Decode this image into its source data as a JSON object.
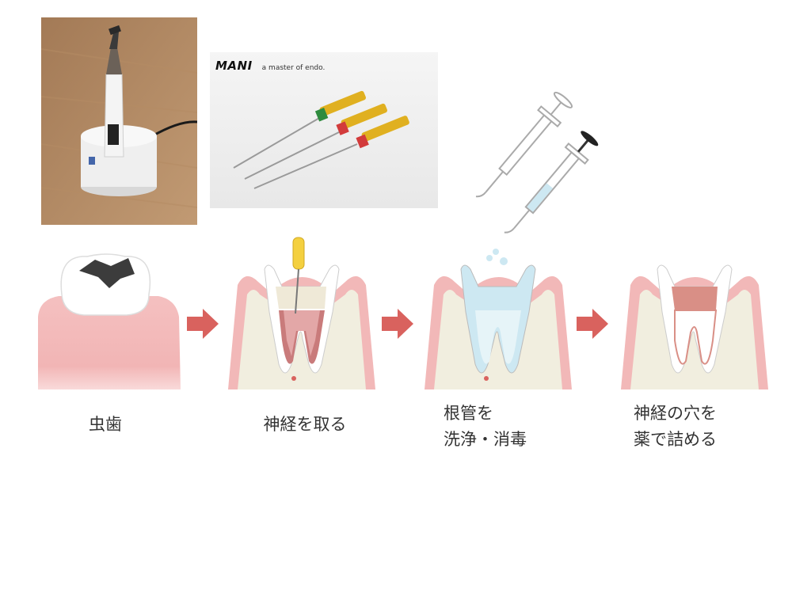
{
  "photos": {
    "files_brand": "MANI",
    "files_tagline": "a master of endo."
  },
  "steps": [
    {
      "lines": [
        "虫歯"
      ]
    },
    {
      "lines": [
        "神経を取る"
      ]
    },
    {
      "lines": [
        "根管を",
        "洗浄・消毒"
      ]
    },
    {
      "lines": [
        "神経の穴を",
        "薬で詰める"
      ]
    }
  ],
  "colors": {
    "gum": "#f2b8b8",
    "gum_edge": "#e89a9a",
    "bone": "#f1eedf",
    "pulp": "#c97b7b",
    "pulp_light": "#e3a7a7",
    "arrow": "#d9625e",
    "irrigation": "#cde8f2",
    "file_handle": "#f4d03f",
    "filling": "#d98f86"
  }
}
